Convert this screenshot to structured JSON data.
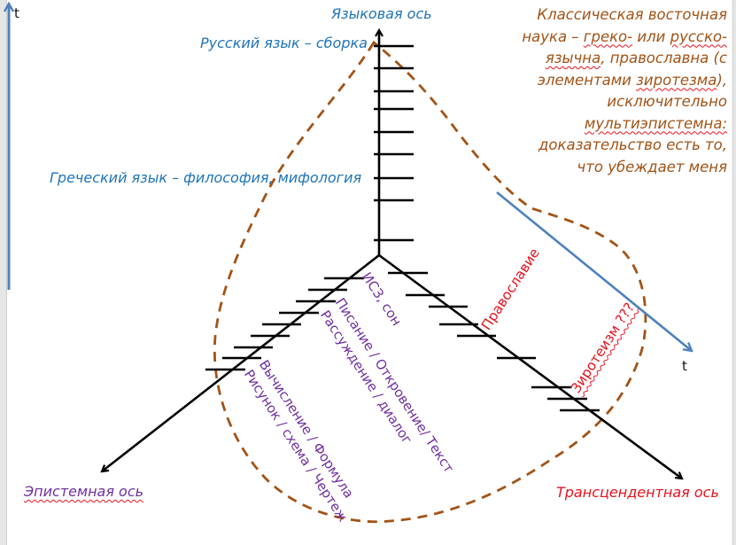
{
  "axes": {
    "language_axis": "Языковая ось",
    "episteme_axis": "Эпистемная ось",
    "transcendent_axis": "Трансцендентная ось",
    "time_label_left": "t",
    "time_label_right": "t"
  },
  "language_labels": {
    "russian": "Русский язык – сборка",
    "greek": "Греческий язык – философия, мифология"
  },
  "episteme_labels": {
    "isz": "ИСЗ, сон",
    "scripture": "Писание / Откровение/ Текст",
    "reasoning": "Рассуждение / диалог",
    "calculation": "Вычисление / Формула",
    "drawing": "Рисунок / схема / Чертеж"
  },
  "transcendent_labels": {
    "orthodoxy": "Православие",
    "zirotheism": "Зиротеизм ???"
  },
  "note": {
    "lines": [
      {
        "parts": [
          {
            "text": "Классическая восточная",
            "wavy": false
          }
        ]
      },
      {
        "parts": [
          {
            "text": "наука – ",
            "wavy": false
          },
          {
            "text": "греко-",
            "wavy": true
          },
          {
            "text": " или ",
            "wavy": false
          },
          {
            "text": "русско-",
            "wavy": true
          }
        ]
      },
      {
        "parts": [
          {
            "text": "язычна",
            "wavy": true
          },
          {
            "text": ", православна (с",
            "wavy": false
          }
        ]
      },
      {
        "parts": [
          {
            "text": "элементами ",
            "wavy": false
          },
          {
            "text": "зиротезма",
            "wavy": true
          },
          {
            "text": "),",
            "wavy": false
          }
        ]
      },
      {
        "parts": [
          {
            "text": "исключительно",
            "wavy": false
          }
        ]
      },
      {
        "parts": [
          {
            "text": "мультиэпистемна:",
            "wavy": true
          }
        ]
      },
      {
        "parts": [
          {
            "text": "доказательство есть то,",
            "wavy": false
          }
        ]
      },
      {
        "parts": [
          {
            "text": "что убеждает меня",
            "wavy": false
          }
        ]
      }
    ]
  },
  "colors": {
    "axis": "#000000",
    "time_arrow": "#4f81bd",
    "outline": "#a25316",
    "language_text": "#1f74b8",
    "episteme_text": "#7030a0",
    "transcendent_text": "#e8121c",
    "note_text": "#a25316"
  }
}
